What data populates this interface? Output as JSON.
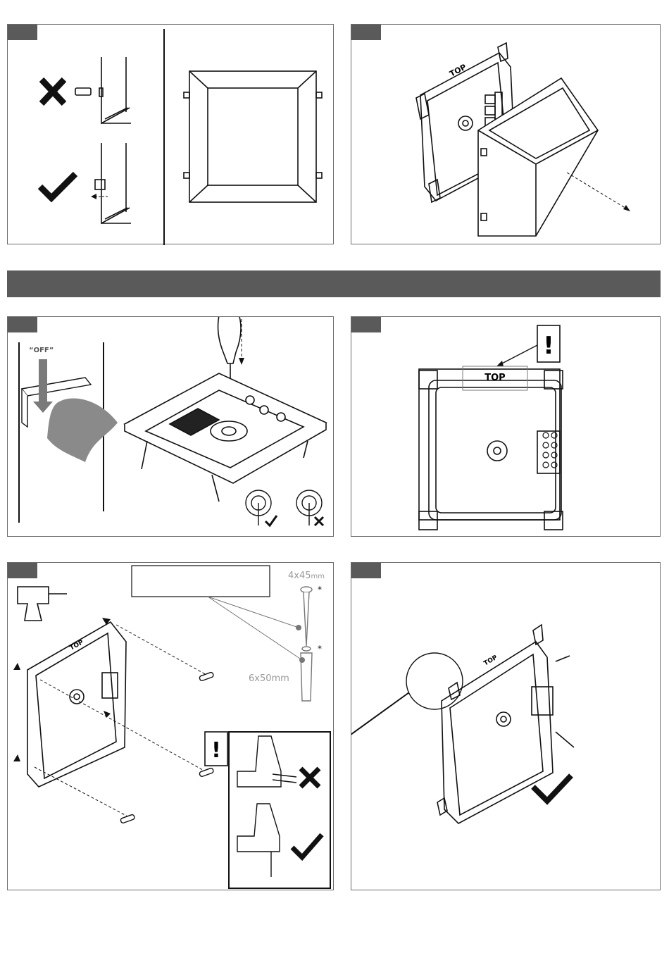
{
  "labels": {
    "off": "“OFF”",
    "top": "TOP",
    "screw_size": "4x45",
    "screw_unit": "mm",
    "plug_size": "6x50mm",
    "asterisk": "*",
    "warning": "!"
  },
  "colors": {
    "tab": "#5a5a5a",
    "banner": "#5a5a5a",
    "line": "#1a1a1a",
    "hand": "#8a8a8a",
    "faint_text": "#9a9a9a"
  }
}
